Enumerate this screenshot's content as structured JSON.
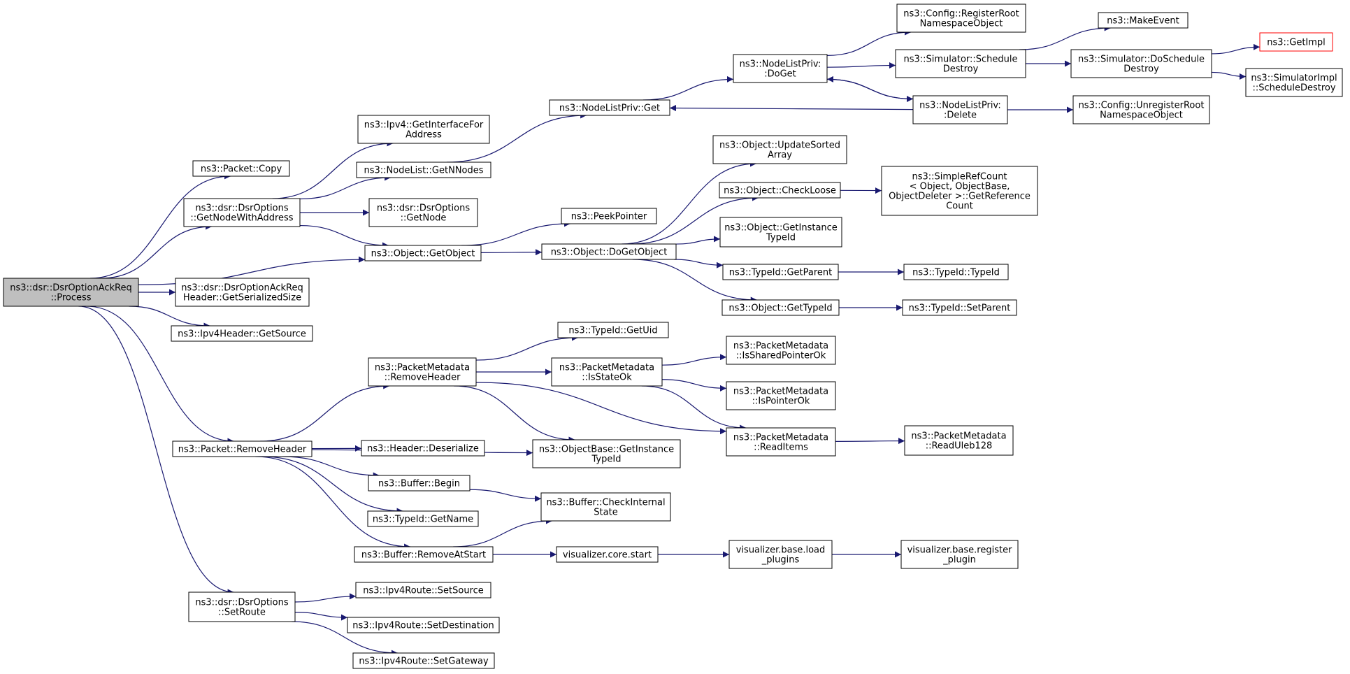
{
  "graph": {
    "edge_color": "#191970",
    "root_fill": "#bfbfbf",
    "nodes": [
      {
        "id": "n_root",
        "lines": [
          "ns3::dsr::DsrOptionAckReq",
          "::Process"
        ],
        "root": true
      },
      {
        "id": "n_copy",
        "lines": [
          "ns3::Packet::Copy"
        ]
      },
      {
        "id": "n_getnodewa",
        "lines": [
          "ns3::dsr::DsrOptions",
          "::GetNodeWithAddress"
        ]
      },
      {
        "id": "n_getser",
        "lines": [
          "ns3::dsr::DsrOptionAckReq",
          "Header::GetSerializedSize"
        ]
      },
      {
        "id": "n_getsource",
        "lines": [
          "ns3::Ipv4Header::GetSource"
        ]
      },
      {
        "id": "n_removeheader",
        "lines": [
          "ns3::Packet::RemoveHeader"
        ]
      },
      {
        "id": "n_setroute",
        "lines": [
          "ns3::dsr::DsrOptions",
          "::SetRoute"
        ]
      },
      {
        "id": "n_getif",
        "lines": [
          "ns3::Ipv4::GetInterfaceFor",
          "Address"
        ]
      },
      {
        "id": "n_getnnodes",
        "lines": [
          "ns3::NodeList::GetNNodes"
        ]
      },
      {
        "id": "n_getnode",
        "lines": [
          "ns3::dsr::DsrOptions",
          "::GetNode"
        ]
      },
      {
        "id": "n_getobject",
        "lines": [
          "ns3::Object::GetObject"
        ]
      },
      {
        "id": "n_nlpget",
        "lines": [
          "ns3::NodeListPriv::Get"
        ]
      },
      {
        "id": "n_nlpdoget",
        "lines": [
          "ns3::NodeListPriv:",
          ":DoGet"
        ]
      },
      {
        "id": "n_regroot",
        "lines": [
          "ns3::Config::RegisterRoot",
          "NamespaceObject"
        ]
      },
      {
        "id": "n_schdestroy",
        "lines": [
          "ns3::Simulator::Schedule",
          "Destroy"
        ]
      },
      {
        "id": "n_nlpdelete",
        "lines": [
          "ns3::NodeListPriv:",
          ":Delete"
        ]
      },
      {
        "id": "n_makeevent",
        "lines": [
          "ns3::MakeEvent"
        ]
      },
      {
        "id": "n_doschdestroy",
        "lines": [
          "ns3::Simulator::DoSchedule",
          "Destroy"
        ]
      },
      {
        "id": "n_getimpl",
        "lines": [
          "ns3::GetImpl"
        ],
        "red": true
      },
      {
        "id": "n_simimpl",
        "lines": [
          "ns3::SimulatorImpl",
          "::ScheduleDestroy"
        ]
      },
      {
        "id": "n_unregroot",
        "lines": [
          "ns3::Config::UnregisterRoot",
          "NamespaceObject"
        ]
      },
      {
        "id": "n_peekptr",
        "lines": [
          "ns3::PeekPointer"
        ]
      },
      {
        "id": "n_dogetobject",
        "lines": [
          "ns3::Object::DoGetObject"
        ]
      },
      {
        "id": "n_updsorted",
        "lines": [
          "ns3::Object::UpdateSorted",
          "Array"
        ]
      },
      {
        "id": "n_checkloose",
        "lines": [
          "ns3::Object::CheckLoose"
        ]
      },
      {
        "id": "n_getrefcount",
        "lines": [
          "ns3::SimpleRefCount",
          "< Object, ObjectBase,",
          " ObjectDeleter >::GetReference",
          "Count"
        ]
      },
      {
        "id": "n_getinsttid",
        "lines": [
          "ns3::Object::GetInstance",
          "TypeId"
        ]
      },
      {
        "id": "n_getparent",
        "lines": [
          "ns3::TypeId::GetParent"
        ]
      },
      {
        "id": "n_typeid",
        "lines": [
          "ns3::TypeId::TypeId"
        ]
      },
      {
        "id": "n_gettypeid",
        "lines": [
          "ns3::Object::GetTypeId"
        ]
      },
      {
        "id": "n_setparent",
        "lines": [
          "ns3::TypeId::SetParent"
        ]
      },
      {
        "id": "n_getuid",
        "lines": [
          "ns3::TypeId::GetUid"
        ]
      },
      {
        "id": "n_pmremove",
        "lines": [
          "ns3::PacketMetadata",
          "::RemoveHeader"
        ]
      },
      {
        "id": "n_isstateok",
        "lines": [
          "ns3::PacketMetadata",
          "::IsStateOk"
        ]
      },
      {
        "id": "n_issharedok",
        "lines": [
          "ns3::PacketMetadata",
          "::IsSharedPointerOk"
        ]
      },
      {
        "id": "n_ispointerok",
        "lines": [
          "ns3::PacketMetadata",
          "::IsPointerOk"
        ]
      },
      {
        "id": "n_readitems",
        "lines": [
          "ns3::PacketMetadata",
          "::ReadItems"
        ]
      },
      {
        "id": "n_readuleb",
        "lines": [
          "ns3::PacketMetadata",
          "::ReadUleb128"
        ]
      },
      {
        "id": "n_obgetinsttid",
        "lines": [
          "ns3::ObjectBase::GetInstance",
          "TypeId"
        ]
      },
      {
        "id": "n_deserialize",
        "lines": [
          "ns3::Header::Deserialize"
        ]
      },
      {
        "id": "n_bufbegin",
        "lines": [
          "ns3::Buffer::Begin"
        ]
      },
      {
        "id": "n_getname",
        "lines": [
          "ns3::TypeId::GetName"
        ]
      },
      {
        "id": "n_bufremove",
        "lines": [
          "ns3::Buffer::RemoveAtStart"
        ]
      },
      {
        "id": "n_checkinternal",
        "lines": [
          "ns3::Buffer::CheckInternal",
          "State"
        ]
      },
      {
        "id": "n_vizstart",
        "lines": [
          "visualizer.core.start"
        ]
      },
      {
        "id": "n_vizload",
        "lines": [
          "visualizer.base.load",
          "_plugins"
        ]
      },
      {
        "id": "n_vizregister",
        "lines": [
          "visualizer.base.register",
          "_plugin"
        ]
      },
      {
        "id": "n_setsource",
        "lines": [
          "ns3::Ipv4Route::SetSource"
        ]
      },
      {
        "id": "n_setdest",
        "lines": [
          "ns3::Ipv4Route::SetDestination"
        ]
      },
      {
        "id": "n_setgateway",
        "lines": [
          "ns3::Ipv4Route::SetGateway"
        ]
      }
    ],
    "edges": [
      [
        "n_root",
        "n_copy"
      ],
      [
        "n_root",
        "n_getnodewa"
      ],
      [
        "n_root",
        "n_getobject"
      ],
      [
        "n_root",
        "n_getser"
      ],
      [
        "n_root",
        "n_getsource"
      ],
      [
        "n_root",
        "n_removeheader"
      ],
      [
        "n_root",
        "n_setroute"
      ],
      [
        "n_getnodewa",
        "n_getif"
      ],
      [
        "n_getnodewa",
        "n_getnnodes"
      ],
      [
        "n_getnodewa",
        "n_getnode"
      ],
      [
        "n_getnodewa",
        "n_getobject"
      ],
      [
        "n_getnnodes",
        "n_nlpget"
      ],
      [
        "n_nlpget",
        "n_nlpdoget"
      ],
      [
        "n_nlpdoget",
        "n_regroot"
      ],
      [
        "n_nlpdoget",
        "n_schdestroy"
      ],
      [
        "n_nlpdoget",
        "n_nlpdelete"
      ],
      [
        "n_nlpdelete",
        "n_nlpdoget"
      ],
      [
        "n_nlpdelete",
        "n_nlpget"
      ],
      [
        "n_nlpdelete",
        "n_unregroot"
      ],
      [
        "n_schdestroy",
        "n_makeevent"
      ],
      [
        "n_schdestroy",
        "n_doschdestroy"
      ],
      [
        "n_doschdestroy",
        "n_getimpl"
      ],
      [
        "n_doschdestroy",
        "n_simimpl"
      ],
      [
        "n_getobject",
        "n_peekptr"
      ],
      [
        "n_getobject",
        "n_dogetobject"
      ],
      [
        "n_dogetobject",
        "n_updsorted"
      ],
      [
        "n_dogetobject",
        "n_checkloose"
      ],
      [
        "n_dogetobject",
        "n_getinsttid"
      ],
      [
        "n_dogetobject",
        "n_getparent"
      ],
      [
        "n_dogetobject",
        "n_gettypeid"
      ],
      [
        "n_checkloose",
        "n_getrefcount"
      ],
      [
        "n_getparent",
        "n_typeid"
      ],
      [
        "n_gettypeid",
        "n_setparent"
      ],
      [
        "n_removeheader",
        "n_pmremove"
      ],
      [
        "n_removeheader",
        "n_obgetinsttid"
      ],
      [
        "n_removeheader",
        "n_deserialize"
      ],
      [
        "n_removeheader",
        "n_bufbegin"
      ],
      [
        "n_removeheader",
        "n_getname"
      ],
      [
        "n_removeheader",
        "n_bufremove"
      ],
      [
        "n_pmremove",
        "n_getuid"
      ],
      [
        "n_pmremove",
        "n_isstateok"
      ],
      [
        "n_pmremove",
        "n_obgetinsttid"
      ],
      [
        "n_pmremove",
        "n_readitems"
      ],
      [
        "n_isstateok",
        "n_issharedok"
      ],
      [
        "n_isstateok",
        "n_ispointerok"
      ],
      [
        "n_isstateok",
        "n_readitems"
      ],
      [
        "n_readitems",
        "n_readuleb"
      ],
      [
        "n_bufbegin",
        "n_checkinternal"
      ],
      [
        "n_bufremove",
        "n_checkinternal"
      ],
      [
        "n_bufremove",
        "n_vizstart"
      ],
      [
        "n_vizstart",
        "n_vizload"
      ],
      [
        "n_vizload",
        "n_vizregister"
      ],
      [
        "n_setroute",
        "n_setsource"
      ],
      [
        "n_setroute",
        "n_setdest"
      ],
      [
        "n_setroute",
        "n_setgateway"
      ]
    ]
  }
}
